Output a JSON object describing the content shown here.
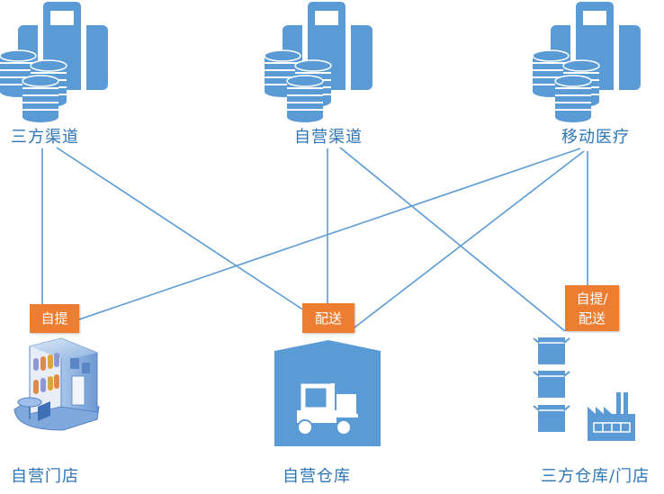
{
  "colors": {
    "icon_blue": "#5b9bd5",
    "line_blue": "#5b9bd5",
    "label_blue": "#2e75b6",
    "badge_orange": "#ed7d31",
    "badge_text": "#ffffff"
  },
  "channels": [
    {
      "id": "third-party-channel",
      "label": "三方渠道",
      "icon": "briefcase-coins-icon"
    },
    {
      "id": "own-channel",
      "label": "自营渠道",
      "icon": "briefcase-coins-icon"
    },
    {
      "id": "mobile-medical",
      "label": "移动医疗",
      "icon": "briefcase-coins-icon"
    }
  ],
  "fulfillment": [
    {
      "id": "own-store",
      "label": "自营门店",
      "icon": "store-icon",
      "badge": "自提"
    },
    {
      "id": "own-warehouse",
      "label": "自营仓库",
      "icon": "warehouse-forklift-icon",
      "badge": "配送"
    },
    {
      "id": "third-party-warehouse-store",
      "label": "三方仓库/门店",
      "icon": "boxes-factory-icon",
      "badge_line1": "自提/",
      "badge_line2": "配送"
    }
  ],
  "connections": [
    {
      "from": "三方渠道",
      "to": "自营门店"
    },
    {
      "from": "三方渠道",
      "to": "自营仓库"
    },
    {
      "from": "自营渠道",
      "to": "自营仓库"
    },
    {
      "from": "自营渠道",
      "to": "三方仓库/门店"
    },
    {
      "from": "移动医疗",
      "to": "自营门店"
    },
    {
      "from": "移动医疗",
      "to": "自营仓库"
    },
    {
      "from": "移动医疗",
      "to": "三方仓库/门店"
    }
  ]
}
